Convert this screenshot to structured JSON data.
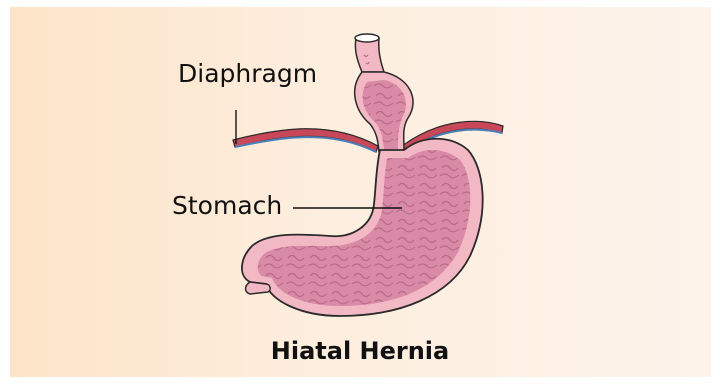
{
  "diagram": {
    "labels": {
      "diaphragm": "Diaphragm",
      "stomach": "Stomach"
    },
    "caption": "Hiatal Hernia"
  },
  "colors": {
    "background_left": "#fde4c8",
    "background_right": "#fdf3ea",
    "stomach_wall": "#f2b8c4",
    "stomach_lining": "#d98aa6",
    "outline": "#2a2a2a",
    "diaphragm_fill": "#c8485a",
    "diaphragm_edge": "#4a7fb8"
  }
}
